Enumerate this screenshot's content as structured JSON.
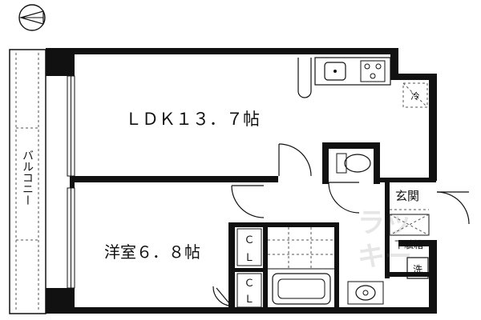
{
  "compass": {
    "icon": "north-arrow-icon"
  },
  "rooms": {
    "ldk": "ＬＤＫ１３．７帖",
    "western_room": "洋室６．８帖",
    "entrance": "玄関",
    "shoe_box": "下駄箱",
    "balcony": "バルコニー",
    "closet_top": {
      "line1": "Ｃ",
      "line2": "Ｌ"
    },
    "closet_bottom": {
      "line1": "Ｃ",
      "line2": "Ｌ"
    }
  },
  "fixtures": {
    "fridge": "冷",
    "washer": "洗"
  },
  "watermark": "ラッキー"
}
